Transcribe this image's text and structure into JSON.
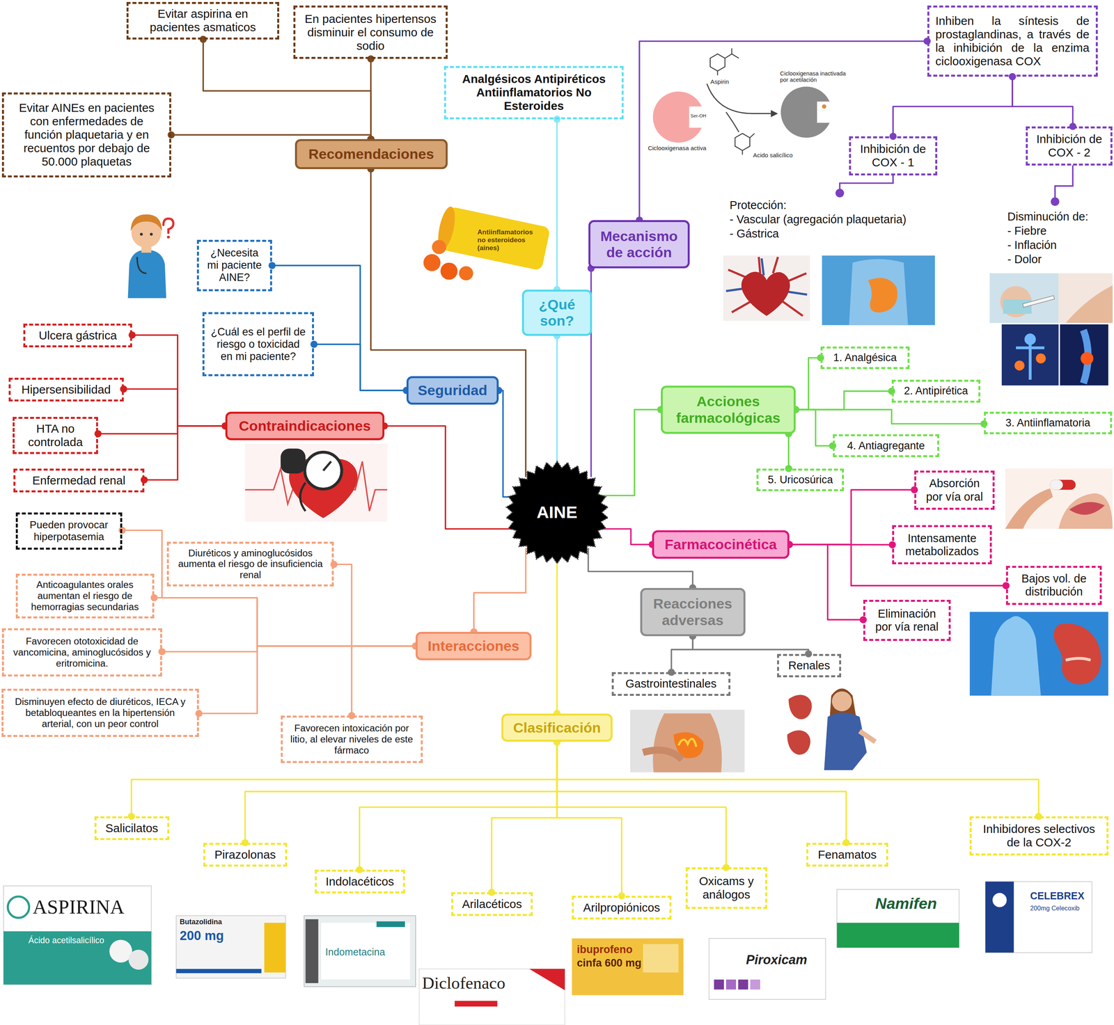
{
  "diagram": {
    "nodes": [
      {
        "text": [
          "AINE"
        ]
      },
      {
        "text": [
          "Recomendaciones"
        ]
      },
      {
        "text": [
          "Evitar aspirina en pacientes asmaticos"
        ]
      },
      {
        "text": [
          "En pacientes hipertensos disminuir el consumo de sodio"
        ]
      },
      {
        "text": [
          "Evitar AINEs en pacientes con enfermedades de función plaquetaria y en recuentos por debajo de 50.000 plaquetas"
        ]
      },
      {
        "text": [
          "Analgésicos Antipiréticos Antiinflamatorios No Esteroides"
        ]
      },
      {
        "text": [
          "¿Qué son?"
        ]
      },
      {
        "text": [
          "Mecanismo de acción"
        ]
      },
      {
        "text": [
          "Inhiben la síntesis de prostaglandinas, a través de la inhibición de la enzima ciclooxigenasa COX"
        ]
      },
      {
        "text": [
          "Inhibición de COX - 1"
        ]
      },
      {
        "text": [
          "Inhibición de COX - 2"
        ]
      },
      {
        "text": [
          "Seguridad"
        ]
      },
      {
        "text": [
          "¿Necesita mi paciente AINE?"
        ]
      },
      {
        "text": [
          "¿Cuál es el perfil de riesgo o toxicidad en mi paciente?"
        ]
      },
      {
        "text": [
          "Contraindicaciones"
        ]
      },
      {
        "text": [
          "Ulcera gástrica"
        ]
      },
      {
        "text": [
          "Hipersensibilidad"
        ]
      },
      {
        "text": [
          "HTA no controlada"
        ]
      },
      {
        "text": [
          "Enfermedad renal"
        ]
      },
      {
        "text": [
          "Acciones farmacológicas"
        ]
      },
      {
        "text": [
          "1. Analgésica"
        ]
      },
      {
        "text": [
          "2. Antipirética"
        ]
      },
      {
        "text": [
          "3. Antiinflamatoria"
        ]
      },
      {
        "text": [
          "4. Antiagregante"
        ]
      },
      {
        "text": [
          "5. Uricosúrica"
        ]
      },
      {
        "text": [
          "Farmacocinética"
        ]
      },
      {
        "text": [
          "Absorción por vía oral"
        ]
      },
      {
        "text": [
          "Intensamente metabolizados"
        ]
      },
      {
        "text": [
          "Bajos vol. de distribución"
        ]
      },
      {
        "text": [
          "Eliminación por vía renal"
        ]
      },
      {
        "text": [
          "Reacciones adversas"
        ]
      },
      {
        "text": [
          "Gastrointestinales"
        ]
      },
      {
        "text": [
          "Renales"
        ]
      },
      {
        "text": [
          "Interacciones"
        ]
      },
      {
        "text": [
          "Pueden provocar hiperpotasemia"
        ]
      },
      {
        "text": [
          "Diuréticos y aminoglucósidos aumenta el riesgo de insuficiencia renal"
        ]
      },
      {
        "text": [
          "Anticoagulantes orales aumentan el riesgo de hemorragias secundarias"
        ]
      },
      {
        "text": [
          "Favorecen ototoxicidad de vancomicina, aminoglucósidos y eritromicina."
        ]
      },
      {
        "text": [
          "Disminuyen efecto de diuréticos, IECA y betabloqueantes en la hipertensión arterial, con un peor control"
        ]
      },
      {
        "text": [
          "Favorecen intoxicación por litio, al elevar niveles de este fármaco"
        ]
      },
      {
        "text": [
          "Clasificación"
        ]
      },
      {
        "text": [
          "Salicilatos"
        ]
      },
      {
        "text": [
          "Pirazolonas"
        ]
      },
      {
        "text": [
          "Indolacéticos"
        ]
      },
      {
        "text": [
          "Arilacéticos"
        ]
      },
      {
        "text": [
          "Arilpropiónicos"
        ]
      },
      {
        "text": [
          "Oxicams y análogos"
        ]
      },
      {
        "text": [
          "Fenamatos"
        ]
      },
      {
        "text": [
          "Inhibidores selectivos de la COX-2"
        ]
      }
    ],
    "edges": [
      {
        "from": 0,
        "to": 1,
        "arrow": "none"
      },
      {
        "from": 1,
        "to": 2,
        "arrow": "none"
      },
      {
        "from": 1,
        "to": 3,
        "arrow": "none"
      },
      {
        "from": 1,
        "to": 4,
        "arrow": "none"
      },
      {
        "from": 0,
        "to": 6,
        "arrow": "none"
      },
      {
        "from": 6,
        "to": 5,
        "arrow": "none"
      },
      {
        "from": 0,
        "to": 7,
        "arrow": "none"
      },
      {
        "from": 7,
        "to": 8,
        "arrow": "none"
      },
      {
        "from": 8,
        "to": 9,
        "arrow": "none"
      },
      {
        "from": 8,
        "to": 10,
        "arrow": "none"
      },
      {
        "from": 0,
        "to": 11,
        "arrow": "none"
      },
      {
        "from": 11,
        "to": 12,
        "arrow": "none"
      },
      {
        "from": 11,
        "to": 13,
        "arrow": "none"
      },
      {
        "from": 0,
        "to": 14,
        "arrow": "none"
      },
      {
        "from": 14,
        "to": 15,
        "arrow": "none"
      },
      {
        "from": 14,
        "to": 16,
        "arrow": "none"
      },
      {
        "from": 14,
        "to": 17,
        "arrow": "none"
      },
      {
        "from": 14,
        "to": 18,
        "arrow": "none"
      },
      {
        "from": 0,
        "to": 19,
        "arrow": "none"
      },
      {
        "from": 19,
        "to": 20,
        "arrow": "none"
      },
      {
        "from": 19,
        "to": 21,
        "arrow": "none"
      },
      {
        "from": 19,
        "to": 22,
        "arrow": "none"
      },
      {
        "from": 19,
        "to": 23,
        "arrow": "none"
      },
      {
        "from": 19,
        "to": 24,
        "arrow": "none"
      },
      {
        "from": 0,
        "to": 25,
        "arrow": "none"
      },
      {
        "from": 25,
        "to": 26,
        "arrow": "none"
      },
      {
        "from": 25,
        "to": 27,
        "arrow": "none"
      },
      {
        "from": 25,
        "to": 28,
        "arrow": "none"
      },
      {
        "from": 25,
        "to": 29,
        "arrow": "none"
      },
      {
        "from": 0,
        "to": 30,
        "arrow": "none"
      },
      {
        "from": 30,
        "to": 31,
        "arrow": "none"
      },
      {
        "from": 30,
        "to": 32,
        "arrow": "none"
      },
      {
        "from": 0,
        "to": 33,
        "arrow": "none"
      },
      {
        "from": 33,
        "to": 34,
        "arrow": "none"
      },
      {
        "from": 33,
        "to": 35,
        "arrow": "none"
      },
      {
        "from": 33,
        "to": 36,
        "arrow": "none"
      },
      {
        "from": 33,
        "to": 37,
        "arrow": "none"
      },
      {
        "from": 33,
        "to": 38,
        "arrow": "none"
      },
      {
        "from": 33,
        "to": 39,
        "arrow": "none"
      },
      {
        "from": 0,
        "to": 40,
        "arrow": "none"
      },
      {
        "from": 40,
        "to": 41,
        "arrow": "none"
      },
      {
        "from": 40,
        "to": 42,
        "arrow": "none"
      },
      {
        "from": 40,
        "to": 43,
        "arrow": "none"
      },
      {
        "from": 40,
        "to": 44,
        "arrow": "none"
      },
      {
        "from": 40,
        "to": 45,
        "arrow": "none"
      },
      {
        "from": 40,
        "to": 46,
        "arrow": "none"
      },
      {
        "from": 40,
        "to": 47,
        "arrow": "none"
      },
      {
        "from": 40,
        "to": 48,
        "arrow": "none"
      }
    ],
    "labels": [
      "Protección:",
      "- Vascular (agregación plaquetaria)",
      "- Gástrica",
      "Disminución de:",
      "- Fiebre",
      "- Inflación",
      "- Dolor",
      "Aspirin",
      "Ciclooxigenasa activa",
      "Ciclooxigenasa inactivada por acetilación",
      "Acido salicílico",
      "Ser-OH",
      "Antiinflamatorios no esteroideos (aines)",
      "ASPIRINA",
      "Ácido acetilsalicílico",
      "Butazolidina",
      "200 mg",
      "Indometacina",
      "Diclofenaco",
      "ibuprofeno",
      "cinfa 600 mg",
      "Piroxicam",
      "Namifen",
      "CELEBREX",
      "200mg Celecoxib"
    ]
  }
}
